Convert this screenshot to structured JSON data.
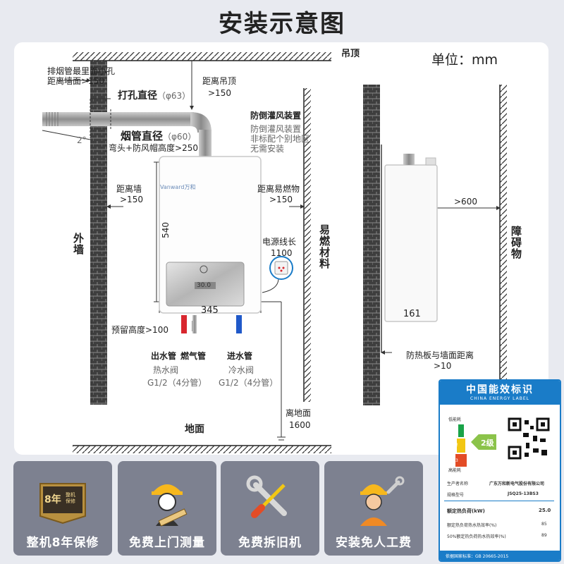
{
  "title": "安装示意图",
  "unit": "单位：mm",
  "labels": {
    "ceiling": "吊顶",
    "floor": "地面",
    "outer_wall": "外墙",
    "flammable": "易燃材料",
    "obstacle": "障碍物",
    "exhaust_hole_1": "排烟管最里面小孔",
    "exhaust_hole_2": "距离墙面>150",
    "drill_diameter": "打孔直径",
    "drill_value": "（φ63）",
    "flue_diameter": "烟管直径",
    "flue_value": "（φ60）",
    "elbow_height": "弯头+防风帽高度>250",
    "angle": "2°",
    "ceiling_dist_1": "距离吊顶",
    "ceiling_dist_2": ">150",
    "anti_backdraft_title": "防倒灌风装置",
    "anti_backdraft_1": "防倒灌风装置",
    "anti_backdraft_2": "非标配个别地区",
    "anti_backdraft_3": "无需安装",
    "wall_dist_1": "距离墙",
    "wall_dist_2": ">150",
    "flammable_dist_1": "距离易燃物",
    "flammable_dist_2": ">150",
    "height_540": "540",
    "power_cable_1": "电源线长",
    "power_cable_2": "1100",
    "width_345": "345",
    "reserve_height": "预留高度>100",
    "outlet_pipe": "出水管",
    "gas_pipe": "燃气管",
    "inlet_pipe": "进水管",
    "hot_valve": "热水阀",
    "hot_valve_size": "G1/2（4分管）",
    "cold_valve": "冷水阀",
    "cold_valve_size": "G1/2（4分管）",
    "floor_dist_1": "离地面",
    "floor_dist_2": "1600",
    "front_600": ">600",
    "depth_161": "161",
    "heat_shield_1": "防热板与墙面距离",
    "heat_shield_2": ">10",
    "brand": "Vanward万和",
    "display": "30.0"
  },
  "energy_label": {
    "title": "中国能效标识",
    "subtitle": "CHINA ENERGY LABEL",
    "low": "低能耗",
    "high": "高能耗",
    "grade": "2级",
    "levels": [
      "1",
      "2",
      "3"
    ],
    "maker_key": "生产者名称",
    "maker_val": "广东万和新电气股份有限公司",
    "model_key": "规格型号",
    "model_val": "JSQ25-13BS3",
    "load_key": "额定热负荷(kW)",
    "load_val": "25.0",
    "eff1_key": "额定热负荷热水热效率(%)",
    "eff1_val": "85",
    "eff2_key": "50%额定热负荷热水热效率(%)",
    "eff2_val": "89",
    "standard": "依据国家标准：GB 20665-2015"
  },
  "services": [
    {
      "label": "整机8年保修",
      "badge": "8年",
      "badge_sub": "整机保修",
      "icon": "warranty-badge-icon"
    },
    {
      "label": "免费上门测量",
      "icon": "worker-measure-icon"
    },
    {
      "label": "免费拆旧机",
      "icon": "tools-icon"
    },
    {
      "label": "安装免人工费",
      "icon": "worker-wrench-icon"
    }
  ],
  "colors": {
    "accent": "#1a7cc8",
    "service_bg": "#7d8190",
    "hot": "#d8262e",
    "cold": "#2059c9"
  }
}
